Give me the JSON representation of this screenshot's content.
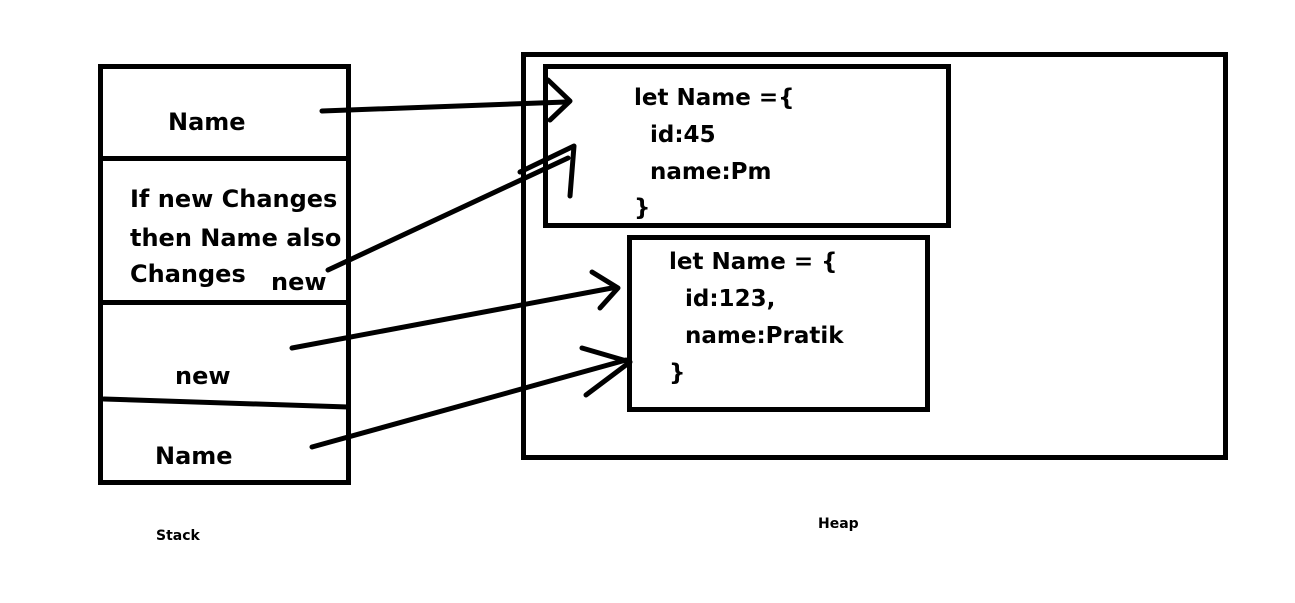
{
  "stack": {
    "label": "Stack",
    "cells": [
      {
        "text": "Name"
      },
      {
        "lines": [
          "If new Changes",
          "then Name also",
          "Changes"
        ],
        "tag": "new"
      },
      {
        "text": "new"
      },
      {
        "text": "Name"
      }
    ]
  },
  "heap": {
    "label": "Heap",
    "objects": [
      {
        "lines": [
          "let Name ={",
          "  id:45",
          "  name:Pm",
          "}"
        ]
      },
      {
        "lines": [
          "let Name = {",
          "  id:123,",
          "  name:Pratik",
          "}"
        ]
      }
    ]
  }
}
